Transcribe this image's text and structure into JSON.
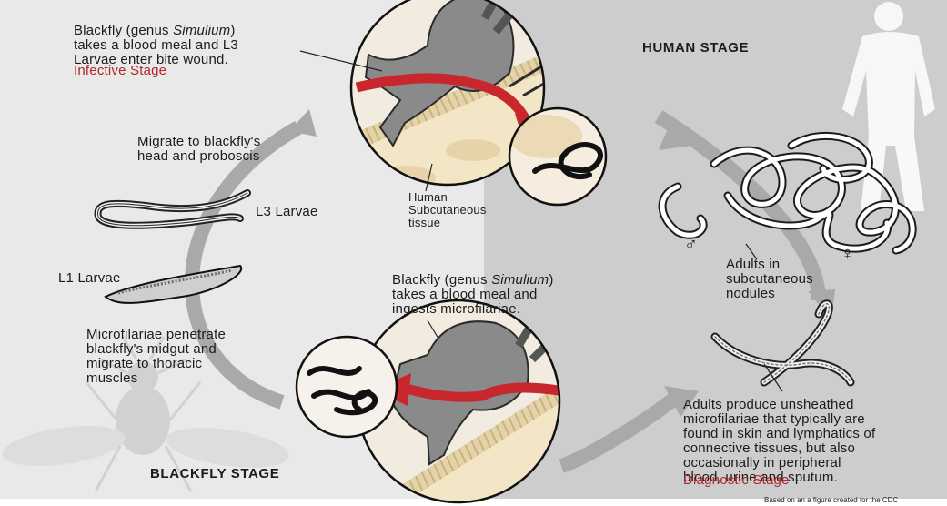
{
  "stages": {
    "human": "HUMAN STAGE",
    "blackfly": "BLACKFLY STAGE"
  },
  "labels": {
    "bite_l3": [
      "Blackfly (genus ",
      "Simulium",
      ")",
      "takes a blood meal and L3",
      "Larvae enter bite wound."
    ],
    "infective_stage": "Infective Stage",
    "migrate_head": [
      "Migrate to blackfly's",
      "head and proboscis"
    ],
    "l3_larvae": "L3 Larvae",
    "l1_larvae": "L1 Larvae",
    "microfilariae_penetrate": [
      "Microfilariae penetrate",
      "blackfly's midgut and",
      "migrate to thoracic",
      "muscles"
    ],
    "human_tissue": [
      "Human",
      "Subcutaneous",
      "tissue"
    ],
    "adults_nodules": [
      "Adults in",
      "subcutaneous",
      "nodules"
    ],
    "male_symbol": "♂",
    "female_symbol": "♀",
    "bite_ingest": [
      "Blackfly (genus ",
      "Simulium",
      ")",
      "takes a blood meal and",
      "ingests microfilariae."
    ],
    "adults_produce": [
      "Adults produce unsheathed",
      "microfilariae that typically are",
      "found in skin and lymphatics of",
      "connective tissues, but also",
      "occasionally in peripheral",
      "blood, urine and sputum."
    ],
    "diagnostic_stage": "Diagnostic Stage",
    "credit": "Based on an a figure created for the CDC"
  },
  "colors": {
    "left_panel": "#e9e9e9",
    "right_panel": "#cdcdcd",
    "accent_red": "#b2252b",
    "arrow_gray": "#a9a9a9"
  }
}
